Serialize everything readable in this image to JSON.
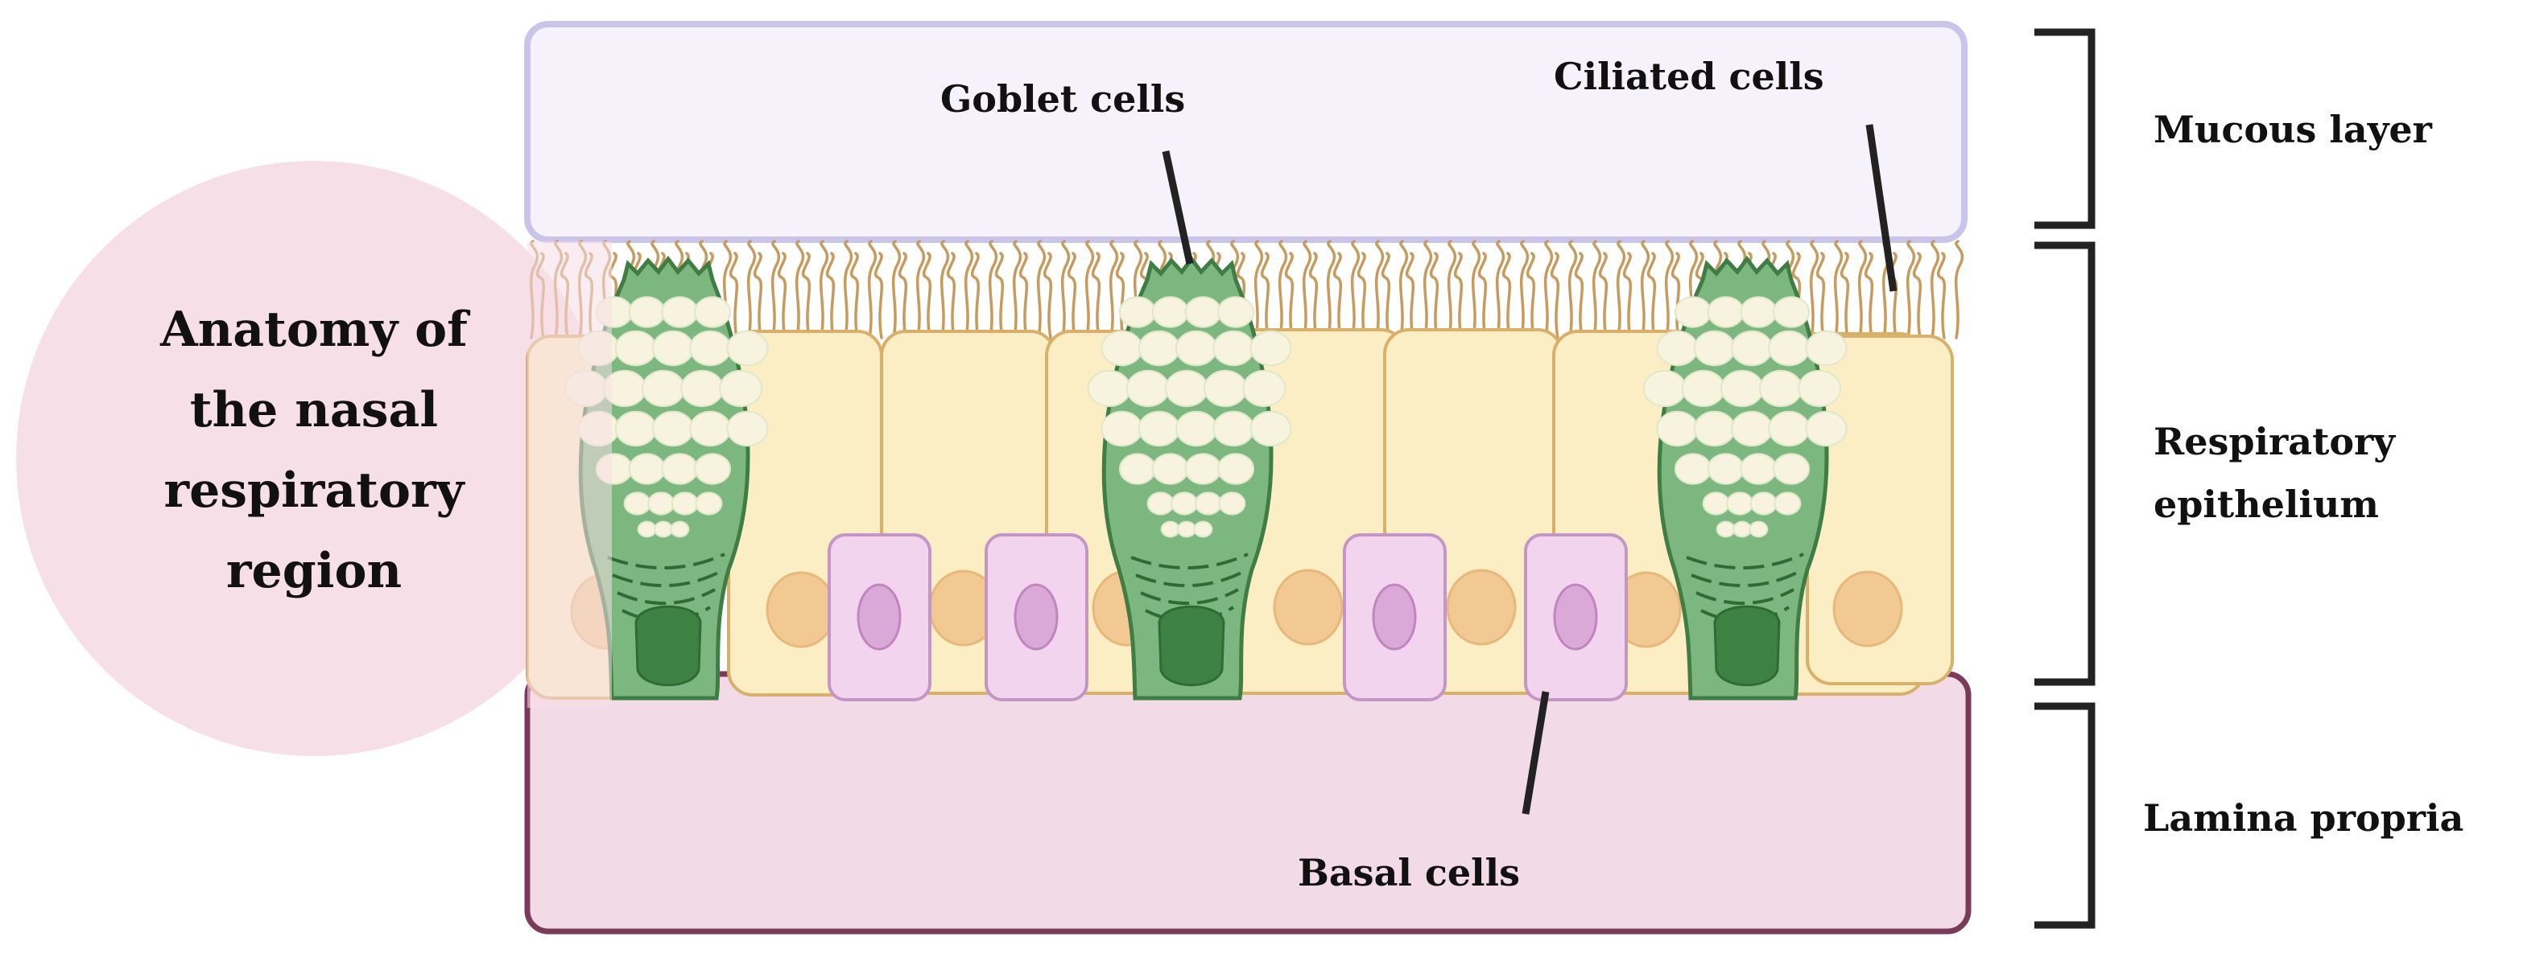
{
  "title_lines": [
    "Anatomy of",
    "the nasal",
    "respiratory",
    "region"
  ],
  "labels": {
    "goblet": "Goblet cells",
    "ciliated": "Ciliated cells",
    "basal": "Basal cells"
  },
  "layers": {
    "mucous": "Mucous layer",
    "respiratory_1": "Respiratory",
    "respiratory_2": "epithelium",
    "lamina": "Lamina propria"
  },
  "colors": {
    "mucous_fill": "#f5f2fb",
    "mucous_stroke": "#c9c5ea",
    "lamina_fill": "#f2dbe6",
    "lamina_stroke": "#7c3a5b",
    "epithelial_fill": "#fbeec4",
    "epithelial_stroke": "#d9b06a",
    "nucleus_fill": "#f2c993",
    "cilia": "#c79a5e",
    "goblet_fill": "#7cb780",
    "goblet_stroke": "#3f7d45",
    "goblet_nucleus": "#3d8242",
    "granule": "#f8f3de",
    "basal_fill": "#f2d4ef",
    "basal_stroke": "#c496c4",
    "basal_nucleus": "#dba9d8",
    "title_circle": "#f6dfe6"
  }
}
